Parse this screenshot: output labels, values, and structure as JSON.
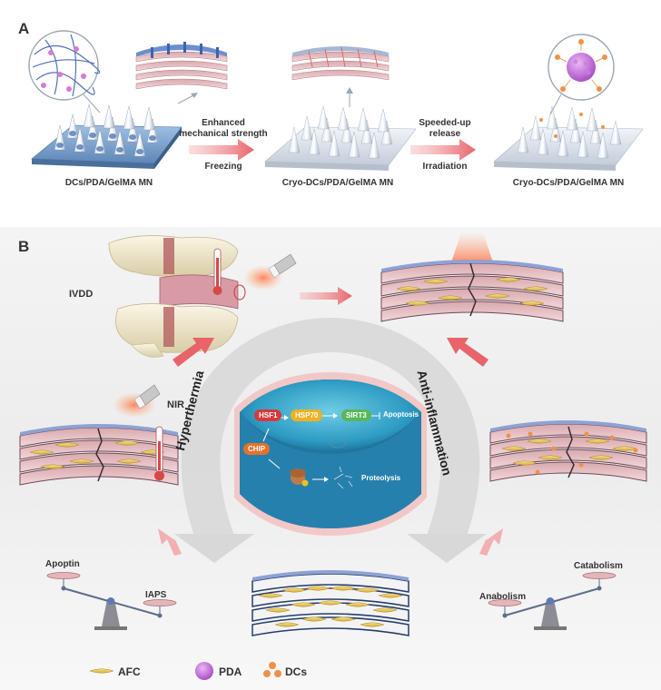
{
  "panels": {
    "a": "A",
    "b": "B"
  },
  "panel_a": {
    "mn1": "DCs/PDA/GelMA MN",
    "mn2": "Cryo-DCs/PDA/GelMA MN",
    "mn3": "Cryo-DCs/PDA/GelMA MN",
    "step1_top": "Enhanced\nmechanical strength",
    "step1_bottom": "Freezing",
    "step2_top": "Speeded-up\nrelease",
    "step2_bottom": "Irradiation"
  },
  "panel_b": {
    "ivdd": "IVDD",
    "nir": "NIR",
    "hyperthermia": "Hyperthermia",
    "anti_inflammation": "Anti-inflammation",
    "cell": {
      "hsf1": "HSF1",
      "hsp70": "HSP70",
      "sirt3": "SIRT3",
      "apoptosis": "Apoptosis",
      "chip": "CHIP",
      "proteolysis": "Proteolysis"
    },
    "left_scale": {
      "high": "Apoptin",
      "low": "IAPS"
    },
    "right_scale": {
      "high": "Catabolism",
      "low": "Anabolism"
    }
  },
  "legend": [
    {
      "label": "AFC",
      "icon": "afc-cell-icon"
    },
    {
      "label": "PDA",
      "icon": "pda-sphere-icon"
    },
    {
      "label": "DCs",
      "icon": "dcs-particles-icon"
    }
  ],
  "colors": {
    "arrow_red": "#e8646a",
    "hsf1": "#d8383c",
    "hsp70": "#f0b020",
    "sirt3": "#58b858",
    "chip": "#e87028",
    "pda": "#c060d8",
    "dcs": "#f09048",
    "afc": "#e8c858"
  }
}
